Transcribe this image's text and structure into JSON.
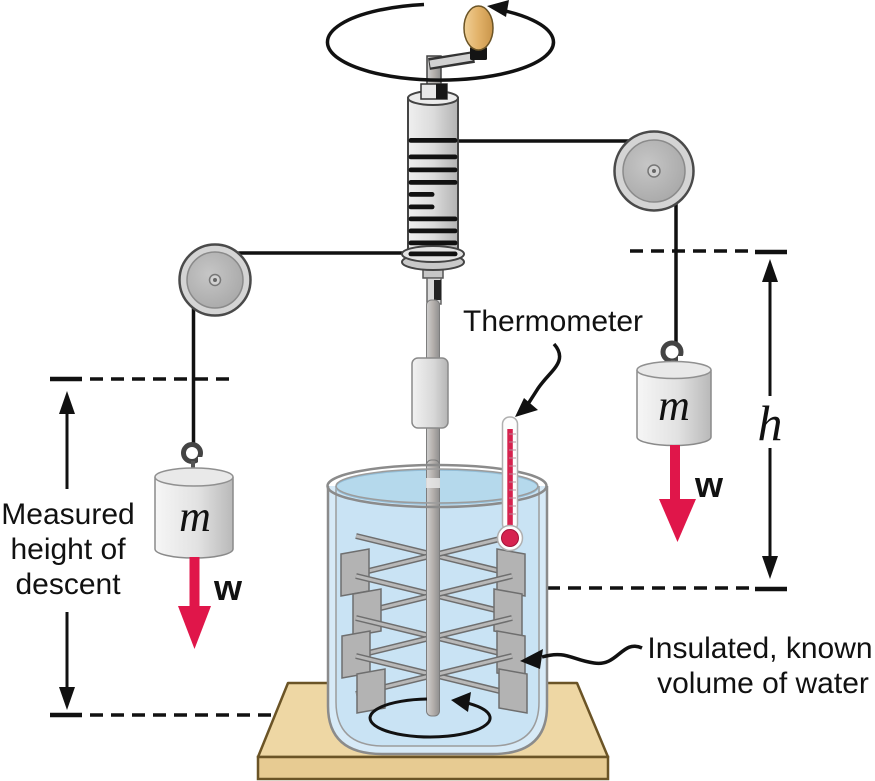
{
  "labels": {
    "thermometer": "Thermometer",
    "measured_height_line1": "Measured",
    "measured_height_line2": "height of",
    "measured_height_line3": "descent",
    "insulated_line1": "Insulated, known",
    "insulated_line2": "volume of water",
    "mass_left": "m",
    "mass_right": "m",
    "weight_left": "w",
    "weight_right": "w",
    "height": "h"
  },
  "colors": {
    "weight_arrow_red": "#e0164a",
    "thermometer_red": "#d6224e",
    "water_blue": "#c9e3f4",
    "water_surface_blue": "#b5d9ec",
    "glass_tint": "#d7eaf7",
    "table_wood_top": "#eed7a4",
    "table_wood_front": "#e7cb92",
    "handle_wood": "#e2b269",
    "metal_gray": "#d6d6d6",
    "line_black": "#111111"
  },
  "components": [
    "crank-handle",
    "rotation-arrow-top",
    "winding-drum",
    "rope-left",
    "rope-right",
    "left-pulley",
    "right-pulley",
    "falling-mass-left",
    "falling-mass-right",
    "weight-vector-left",
    "weight-vector-right",
    "thermometer",
    "paddle-wheel-stirrer",
    "insulated-water-vessel",
    "rotation-arrow-bottom",
    "wooden-table",
    "measured-height-marker",
    "height-h-marker"
  ]
}
